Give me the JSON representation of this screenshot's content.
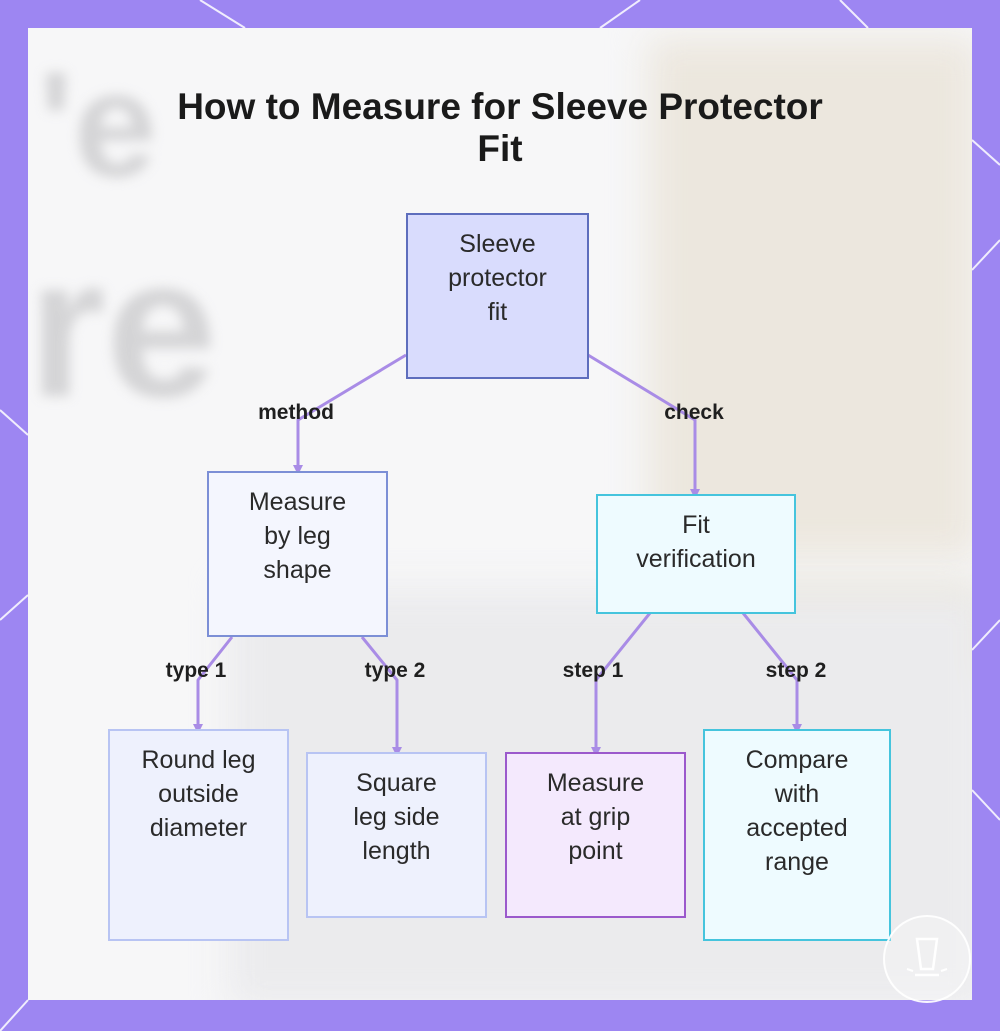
{
  "title_lines": [
    "How to Measure for Sleeve Protector",
    "Fit"
  ],
  "colors": {
    "frame": "#9d86f2",
    "edge": "#a98ce6",
    "root_fill": "#d9dcfd",
    "root_border": "#5e6ebd",
    "branch_fill": "#f4f6fe",
    "branch_border": "#7c8fd6",
    "cyan_fill": "#eefbff",
    "cyan_border": "#45c4dd",
    "leaf_fill": "#eef1fd",
    "leaf_border": "#b8c4f3",
    "purple_fill": "#f4e9fd",
    "purple_border": "#9b59cc"
  },
  "nodes": {
    "root": "Sleeve\nprotector\nfit",
    "measure_by_shape": "Measure\nby leg\nshape",
    "fit_verification": "Fit\nverification",
    "round_leg": "Round leg\noutside\ndiameter",
    "square_leg": "Square\nleg side\nlength",
    "measure_grip": "Measure\nat grip\npoint",
    "compare_range": "Compare\nwith\naccepted\nrange"
  },
  "edge_labels": {
    "method": "method",
    "check": "check",
    "type1": "type 1",
    "type2": "type 2",
    "step1": "step 1",
    "step2": "step 2"
  },
  "background_text": [
    "'e",
    "re"
  ]
}
